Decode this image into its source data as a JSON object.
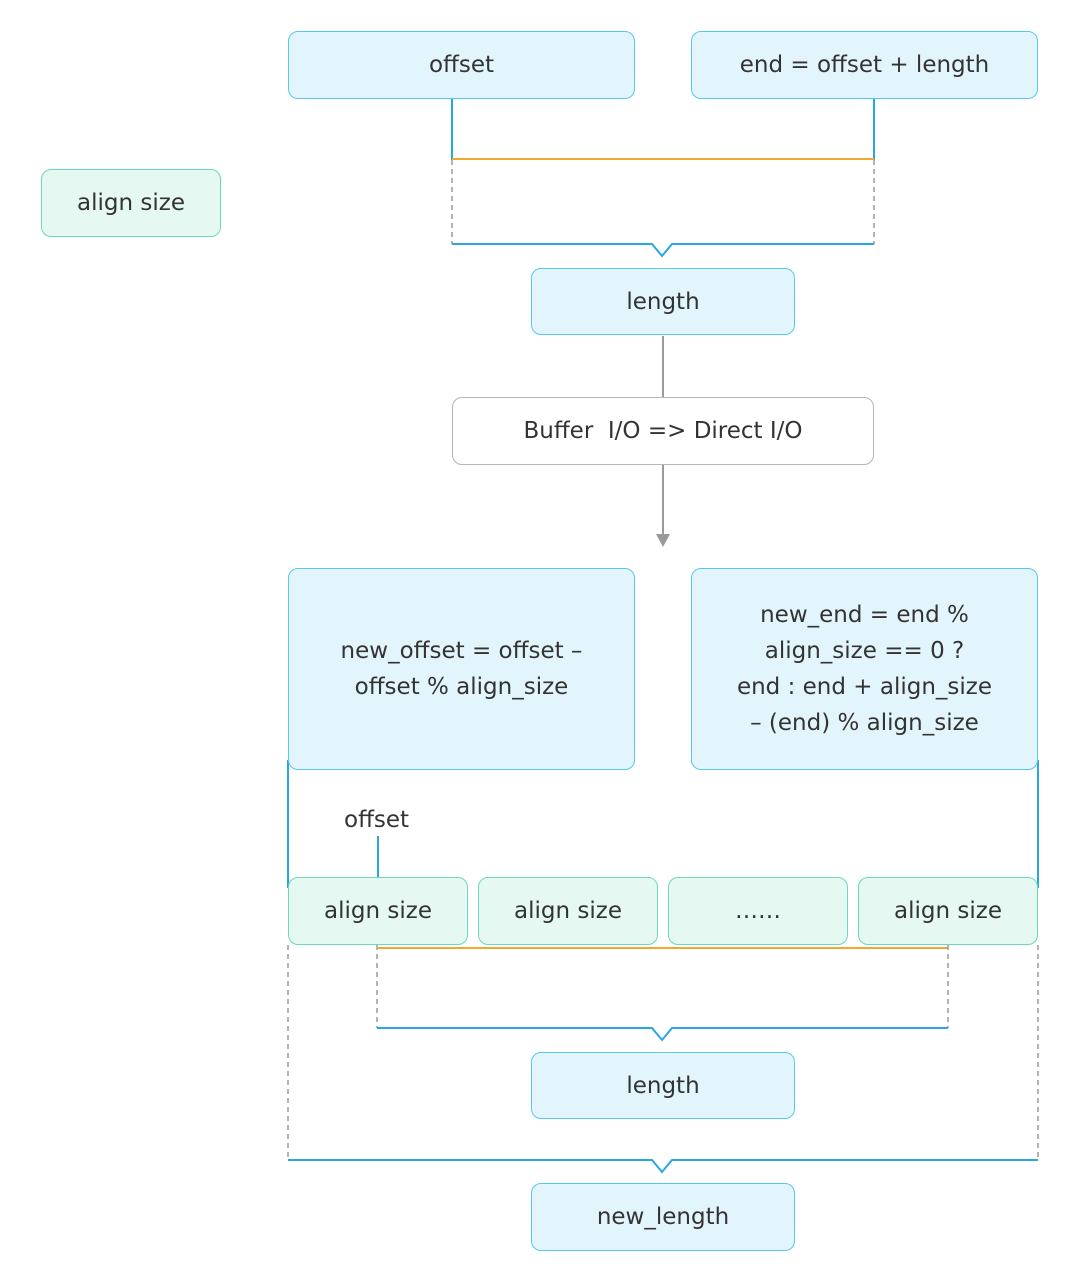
{
  "top": {
    "offset_label": "offset",
    "end_label": "end = offset + length",
    "length_label": "length"
  },
  "legend": {
    "align_size_label": "align size"
  },
  "process": {
    "label": "Buffer  I/O => Direct I/O"
  },
  "formulas": {
    "new_offset": "new_offset = offset –\noffset % align_size",
    "new_end": "new_end  = end %\nalign_size == 0 ?\nend : end + align_size\n– (end) % align_size"
  },
  "blocks": {
    "offset_label": "offset",
    "cells": [
      "align size",
      "align size",
      "……",
      "align size"
    ],
    "length_label": "length",
    "new_length_label": "new_length"
  },
  "colors": {
    "box_fill": "#e3f5fc",
    "box_border": "#58c8ea",
    "align_fill": "#e5f8f2",
    "align_border": "#6bd8bd",
    "bracket": "#2aa7e0",
    "range_line": "#f0a733",
    "dashed": "#9a9a9a",
    "arrow": "#9a9a9a"
  }
}
